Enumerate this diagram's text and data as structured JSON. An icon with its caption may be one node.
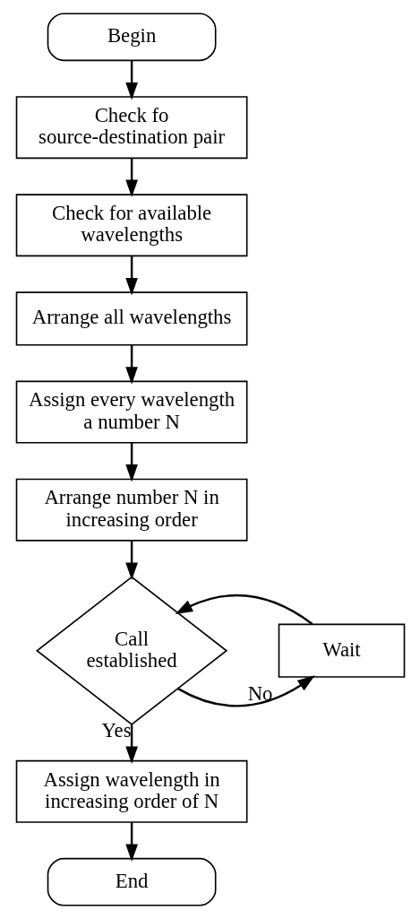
{
  "diagram": {
    "nodes": [
      {
        "text": [
          "Begin"
        ]
      },
      {
        "text": [
          "Check fo source-destination pair"
        ]
      },
      {
        "text": [
          "Check for available wavelengths"
        ]
      },
      {
        "text": [
          "Arrange all wavelengths"
        ]
      },
      {
        "text": [
          "Assign every wavelength a number N"
        ]
      },
      {
        "text": [
          "Arrange number N in increasing order"
        ]
      },
      {
        "text": [
          "Call established"
        ]
      },
      {
        "text": [
          "Wait"
        ]
      },
      {
        "text": [
          "Assign wavelength in increasing order of N"
        ]
      },
      {
        "text": [
          "End"
        ]
      }
    ],
    "edges": [
      {
        "from": 0,
        "to": 1,
        "arrow": "to"
      },
      {
        "from": 1,
        "to": 2,
        "arrow": "to"
      },
      {
        "from": 2,
        "to": 3,
        "arrow": "to"
      },
      {
        "from": 3,
        "to": 4,
        "arrow": "to"
      },
      {
        "from": 4,
        "to": 5,
        "arrow": "to"
      },
      {
        "from": 5,
        "to": 6,
        "arrow": "to"
      },
      {
        "from": 6,
        "to": 7,
        "arrow": "to",
        "label": "No"
      },
      {
        "from": 7,
        "to": 6,
        "arrow": "to"
      },
      {
        "from": 6,
        "to": 8,
        "arrow": "to",
        "label": "Yes"
      },
      {
        "from": 8,
        "to": 9,
        "arrow": "to"
      }
    ]
  }
}
